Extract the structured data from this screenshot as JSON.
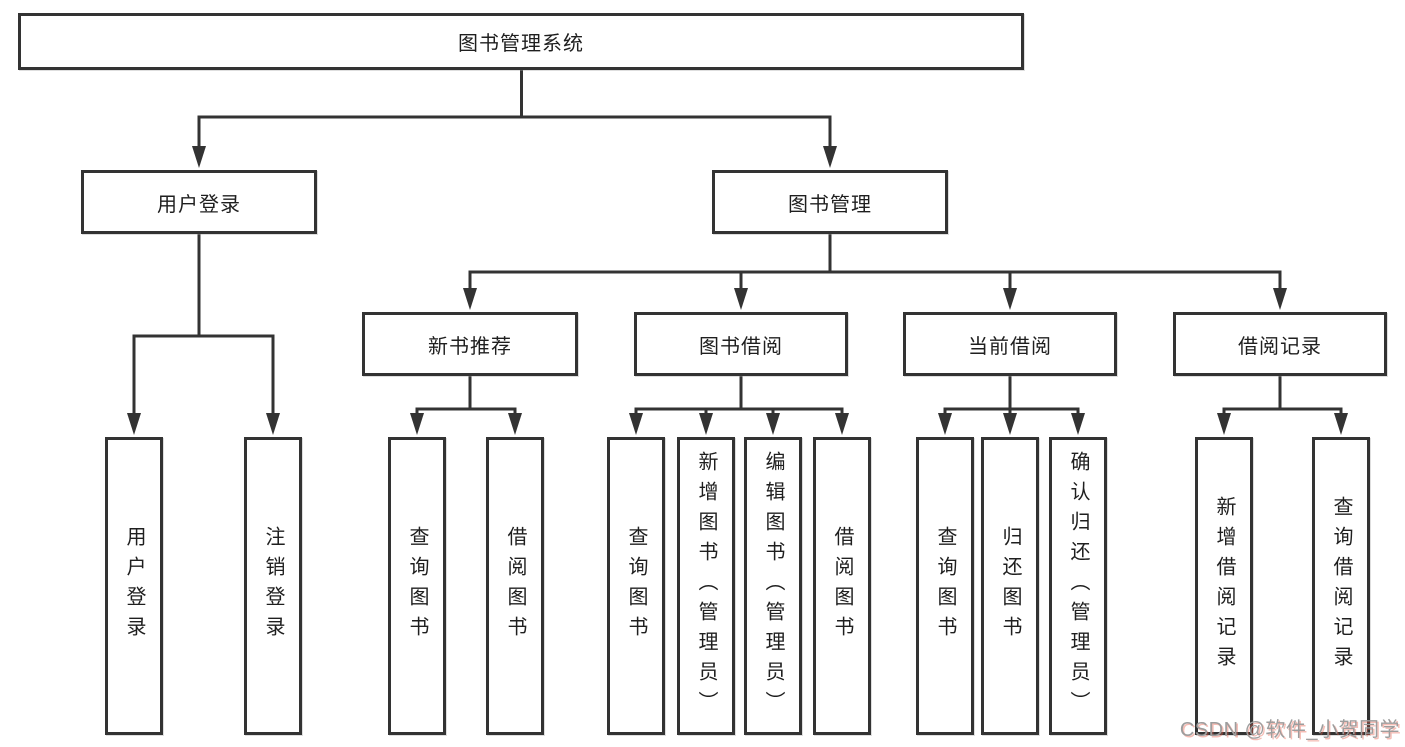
{
  "tree": {
    "label": "图书管理系统",
    "children": [
      {
        "label": "用户登录",
        "children": [
          {
            "label": "用户登录"
          },
          {
            "label": "注销登录"
          }
        ]
      },
      {
        "label": "图书管理",
        "children": [
          {
            "label": "新书推荐",
            "children": [
              {
                "label": "查询图书"
              },
              {
                "label": "借阅图书"
              }
            ]
          },
          {
            "label": "图书借阅",
            "children": [
              {
                "label": "查询图书"
              },
              {
                "label": "新增图书（管理员）"
              },
              {
                "label": "编辑图书（管理员）"
              },
              {
                "label": "借阅图书"
              }
            ]
          },
          {
            "label": "当前借阅",
            "children": [
              {
                "label": "查询图书"
              },
              {
                "label": "归还图书"
              },
              {
                "label": "确认归还（管理员）"
              }
            ]
          },
          {
            "label": "借阅记录",
            "children": [
              {
                "label": "新增借阅记录"
              },
              {
                "label": "查询借阅记录"
              }
            ]
          }
        ]
      }
    ]
  },
  "watermark": {
    "text": "CSDN @软件_小贺同学"
  },
  "colors": {
    "line": "#333333",
    "box_fill": "#ffffff",
    "text": "#1f1f1f",
    "watermark_gray": "#9d9d9d",
    "watermark_shadow_red": "#e65a46"
  }
}
